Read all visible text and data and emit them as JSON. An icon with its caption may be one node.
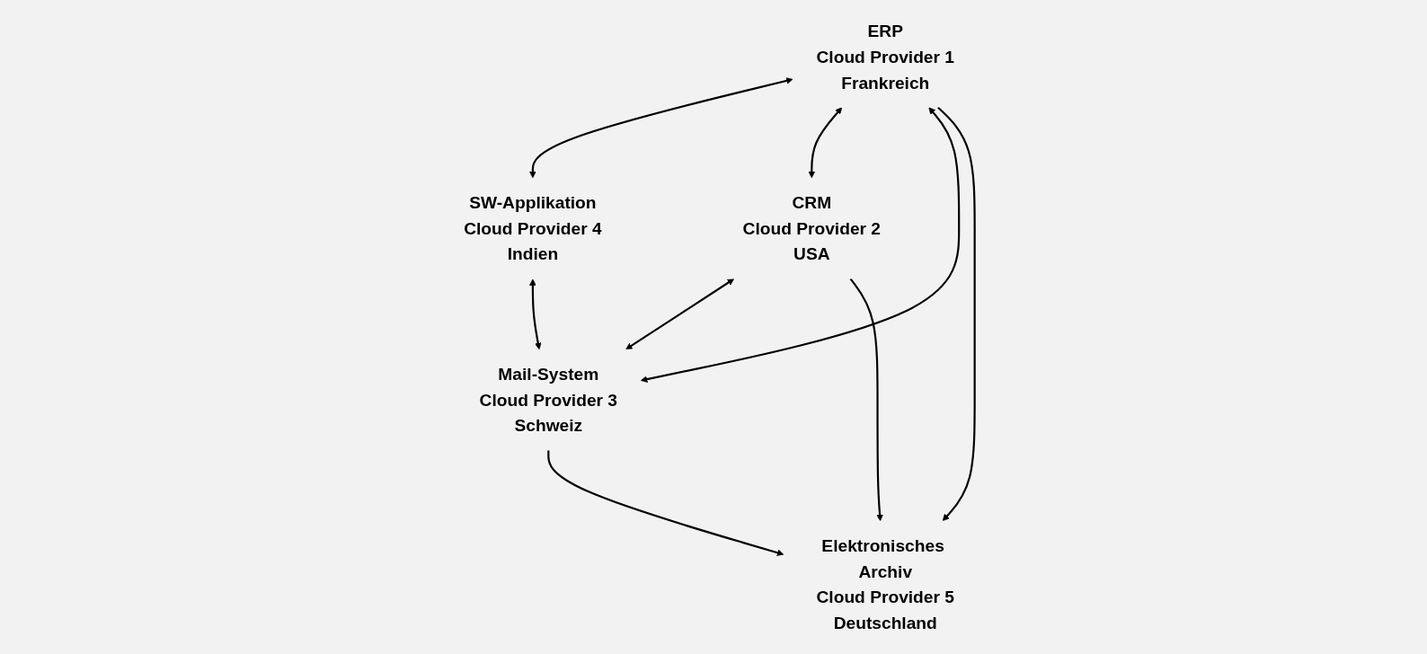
{
  "diagram": {
    "nodes": [
      {
        "text": [
          "ERP",
          "Cloud Provider 1",
          "Frankreich"
        ]
      },
      {
        "text": [
          "SW-Applikation",
          "Cloud Provider 4",
          "Indien"
        ]
      },
      {
        "text": [
          "CRM",
          "Cloud Provider 2",
          "USA"
        ]
      },
      {
        "text": [
          "Mail-System",
          "Cloud Provider 3",
          "Schweiz"
        ]
      },
      {
        "text": [
          "Elektronisches Archiv",
          "Cloud Provider 5",
          "Deutschland"
        ]
      }
    ],
    "edges": [
      {
        "from": 0,
        "to": 1,
        "arrow": "both"
      },
      {
        "from": 0,
        "to": 2,
        "arrow": "both"
      },
      {
        "from": 1,
        "to": 3,
        "arrow": "both"
      },
      {
        "from": 0,
        "to": 3,
        "arrow": "both"
      },
      {
        "from": 2,
        "to": 3,
        "arrow": "both"
      },
      {
        "from": 0,
        "to": 4,
        "arrow": "to"
      },
      {
        "from": 2,
        "to": 4,
        "arrow": "to"
      },
      {
        "from": 3,
        "to": 4,
        "arrow": "to"
      }
    ]
  }
}
